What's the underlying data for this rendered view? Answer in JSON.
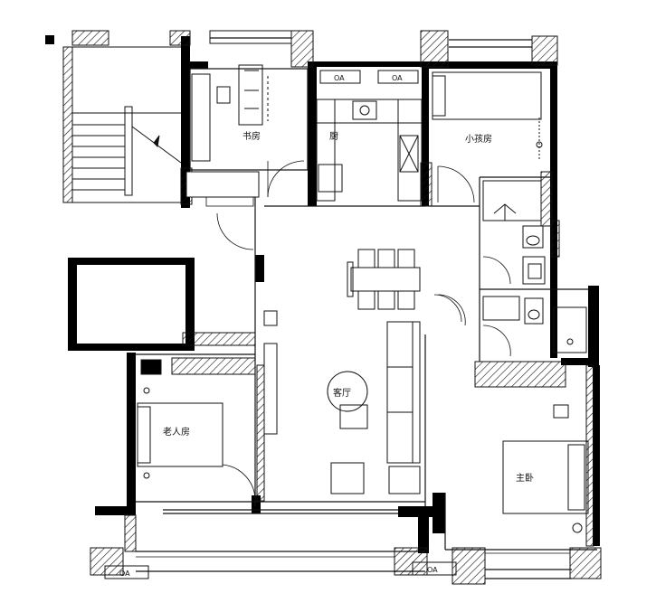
{
  "rooms": {
    "study": "书房",
    "kitchen": "厨",
    "small_bedroom": "小孩房",
    "living_room": "客厅",
    "elder_room": "老人房",
    "master_bedroom": "主卧"
  },
  "ac_units": [
    "OA",
    "OA",
    "OA",
    "OA"
  ],
  "colors": {
    "wall": "#000000",
    "line": "#111111",
    "paper": "#ffffff"
  }
}
